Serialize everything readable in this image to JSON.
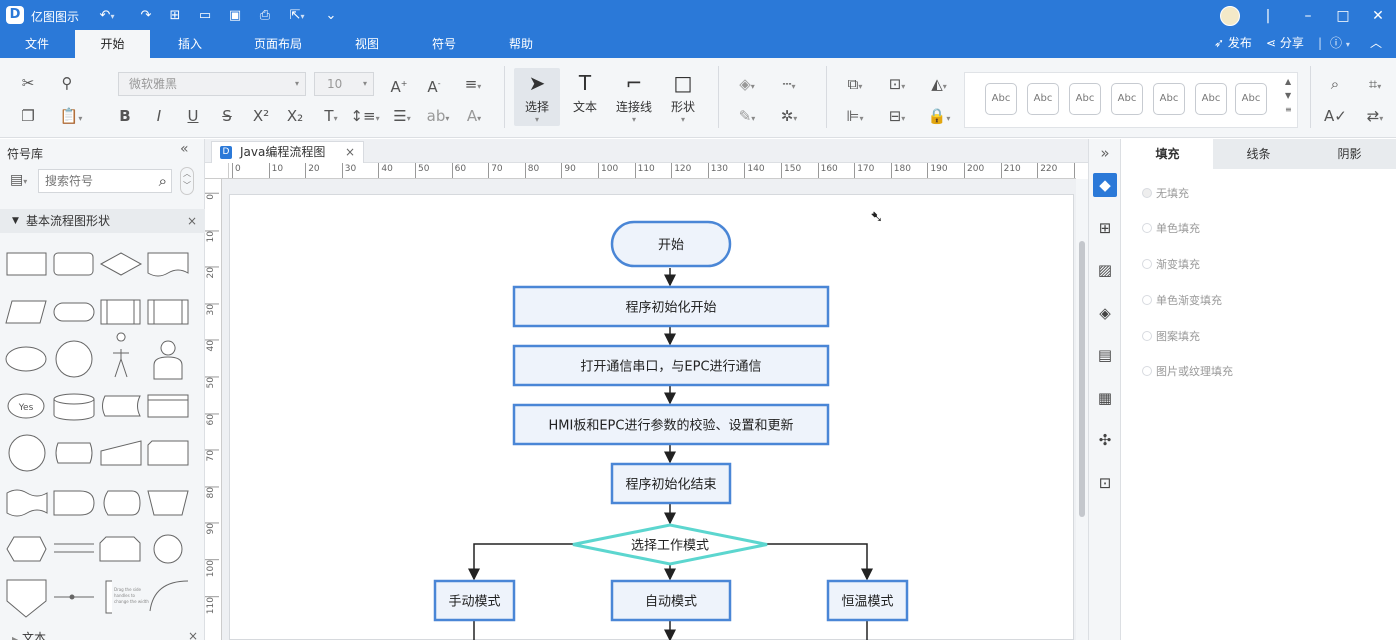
{
  "app": {
    "title": "亿图图示",
    "logo": "D"
  },
  "quick_access": [
    "undo-icon",
    "redo-icon",
    "new-icon",
    "open-icon",
    "save-icon",
    "print-icon",
    "export-icon",
    "customize-icon"
  ],
  "menu": {
    "items": [
      "文件",
      "开始",
      "插入",
      "页面布局",
      "视图",
      "符号",
      "帮助"
    ],
    "active": "开始",
    "publish": "发布",
    "share": "分享"
  },
  "toolbar": {
    "font_name": "微软雅黑",
    "font_size": "10",
    "select": "选择",
    "text": "文本",
    "connector": "连接线",
    "shape": "形状",
    "style_samples": [
      "Abc",
      "Abc",
      "Abc",
      "Abc",
      "Abc",
      "Abc",
      "Abc"
    ]
  },
  "left_panel": {
    "title": "符号库",
    "search_placeholder": "搜索符号",
    "group_title": "基本流程图形状",
    "yes_shape_label": "Yes",
    "next_group": "文本"
  },
  "document": {
    "tab_title": "Java编程流程图"
  },
  "ruler": {
    "h_ticks": [
      "0",
      "10",
      "20",
      "30",
      "40",
      "50",
      "60",
      "70",
      "80",
      "90",
      "100",
      "110",
      "120",
      "130",
      "140",
      "150",
      "160",
      "170",
      "180",
      "190",
      "200",
      "210",
      "220",
      "2"
    ],
    "v_ticks": [
      "0",
      "10",
      "20",
      "30",
      "40",
      "50",
      "60",
      "70",
      "80",
      "90",
      "100",
      "110"
    ]
  },
  "flowchart": {
    "start": "开始",
    "step1": "程序初始化开始",
    "step2": "打开通信串口，与EPC进行通信",
    "step3": "HMI板和EPC进行参数的校验、设置和更新",
    "step4": "程序初始化结束",
    "decision": "选择工作模式",
    "mode_manual": "手动模式",
    "mode_auto": "自动模式",
    "mode_thermo": "恒温模式",
    "colors": {
      "box_stroke": "#4a86d6",
      "box_fill": "#eef3fb",
      "decision_stroke": "#5cd6cf"
    }
  },
  "right_panel": {
    "tabs": [
      "填充",
      "线条",
      "阴影"
    ],
    "active_tab": "填充",
    "fill_options": [
      "无填充",
      "单色填充",
      "渐变填充",
      "单色渐变填充",
      "图案填充",
      "图片或纹理填充"
    ]
  },
  "colors": {
    "brand": "#2b79d8"
  }
}
